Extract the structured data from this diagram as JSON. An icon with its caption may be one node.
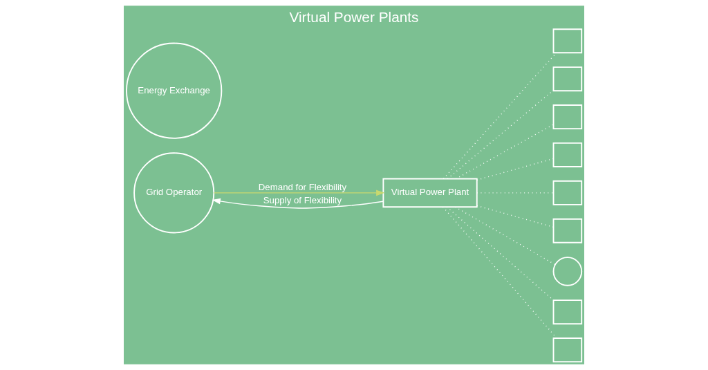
{
  "diagram": {
    "title": "Virtual Power Plants",
    "nodes": [
      {
        "text": [
          "Grid Operator"
        ]
      },
      {
        "text": [
          "Energy Exchange"
        ]
      },
      {
        "text": [
          "Virtual Power Plant"
        ]
      },
      {
        "text": [],
        "shape": "box"
      },
      {
        "text": [],
        "shape": "box"
      },
      {
        "text": [],
        "shape": "box"
      },
      {
        "text": [],
        "shape": "box"
      },
      {
        "text": [],
        "shape": "box"
      },
      {
        "text": [],
        "shape": "box"
      },
      {
        "text": [],
        "shape": "circle"
      },
      {
        "text": [],
        "shape": "box"
      },
      {
        "text": [],
        "shape": "box"
      }
    ],
    "edges": [
      {
        "from": 0,
        "to": 2,
        "arrow": "to",
        "label": "Demand for Flexibility",
        "color": "#c8d96f"
      },
      {
        "from": 2,
        "to": 0,
        "arrow": "to",
        "label": "Supply of Flexibility"
      },
      {
        "from": 2,
        "to": 3,
        "arrow": "none",
        "style": "dashed"
      },
      {
        "from": 2,
        "to": 4,
        "arrow": "none",
        "style": "dashed"
      },
      {
        "from": 2,
        "to": 5,
        "arrow": "none",
        "style": "dashed"
      },
      {
        "from": 2,
        "to": 6,
        "arrow": "none",
        "style": "dashed"
      },
      {
        "from": 2,
        "to": 7,
        "arrow": "none",
        "style": "dashed"
      },
      {
        "from": 2,
        "to": 8,
        "arrow": "none",
        "style": "dashed"
      },
      {
        "from": 2,
        "to": 9,
        "arrow": "none",
        "style": "dashed"
      },
      {
        "from": 2,
        "to": 10,
        "arrow": "none",
        "style": "dashed"
      },
      {
        "from": 2,
        "to": 11,
        "arrow": "none",
        "style": "dashed"
      }
    ]
  }
}
